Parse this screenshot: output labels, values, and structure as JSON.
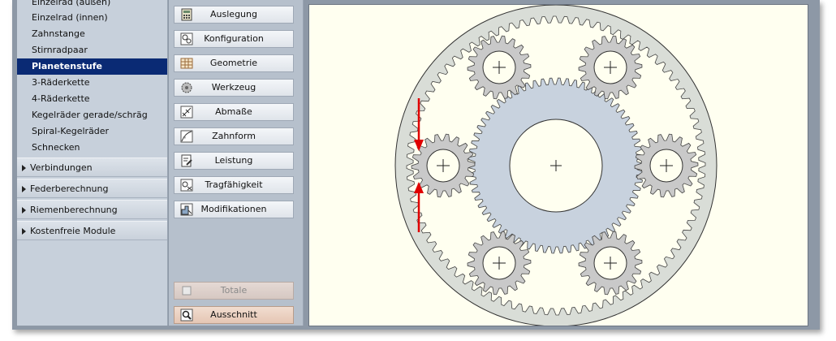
{
  "nav": {
    "items": [
      {
        "label": "Einzelrad (außen)"
      },
      {
        "label": "Einzelrad (innen)"
      },
      {
        "label": "Zahnstange"
      },
      {
        "label": "Stirnradpaar"
      },
      {
        "label": "Planetenstufe",
        "active": true
      },
      {
        "label": "3-Räderkette"
      },
      {
        "label": "4-Räderkette"
      },
      {
        "label": "Kegelräder gerade/schräg"
      },
      {
        "label": "Spiral-Kegelräder"
      },
      {
        "label": "Schnecken"
      }
    ],
    "groups": [
      {
        "label": "Verbindungen"
      },
      {
        "label": "Federberechnung"
      },
      {
        "label": "Riemenberechnung"
      },
      {
        "label": "Kostenfreie Module"
      }
    ]
  },
  "buttons": [
    {
      "label": "Auslegung",
      "icon": "calculator-icon"
    },
    {
      "label": "Konfiguration",
      "icon": "gears-icon"
    },
    {
      "label": "Geometrie",
      "icon": "table-icon"
    },
    {
      "label": "Werkzeug",
      "icon": "tool-icon"
    },
    {
      "label": "Abmaße",
      "icon": "measure-icon"
    },
    {
      "label": "Zahnform",
      "icon": "tooth-form-icon"
    },
    {
      "label": "Leistung",
      "icon": "report-icon"
    },
    {
      "label": "Tragfähigkeit",
      "icon": "load-icon"
    },
    {
      "label": "Modifikationen",
      "icon": "modification-icon"
    }
  ],
  "bottom_buttons": [
    {
      "label": "Totale",
      "icon": "square-icon",
      "disabled": true
    },
    {
      "label": "Ausschnitt",
      "icon": "magnifier-icon"
    }
  ],
  "colors": {
    "nav_active": "#0a2a74",
    "canvas_bg": "#fffff0",
    "ring_gear": "#d9ddd7",
    "sun_gear": "#c8d2de",
    "planet_gear": "#c9c9c9",
    "arrow": "#e00000"
  }
}
